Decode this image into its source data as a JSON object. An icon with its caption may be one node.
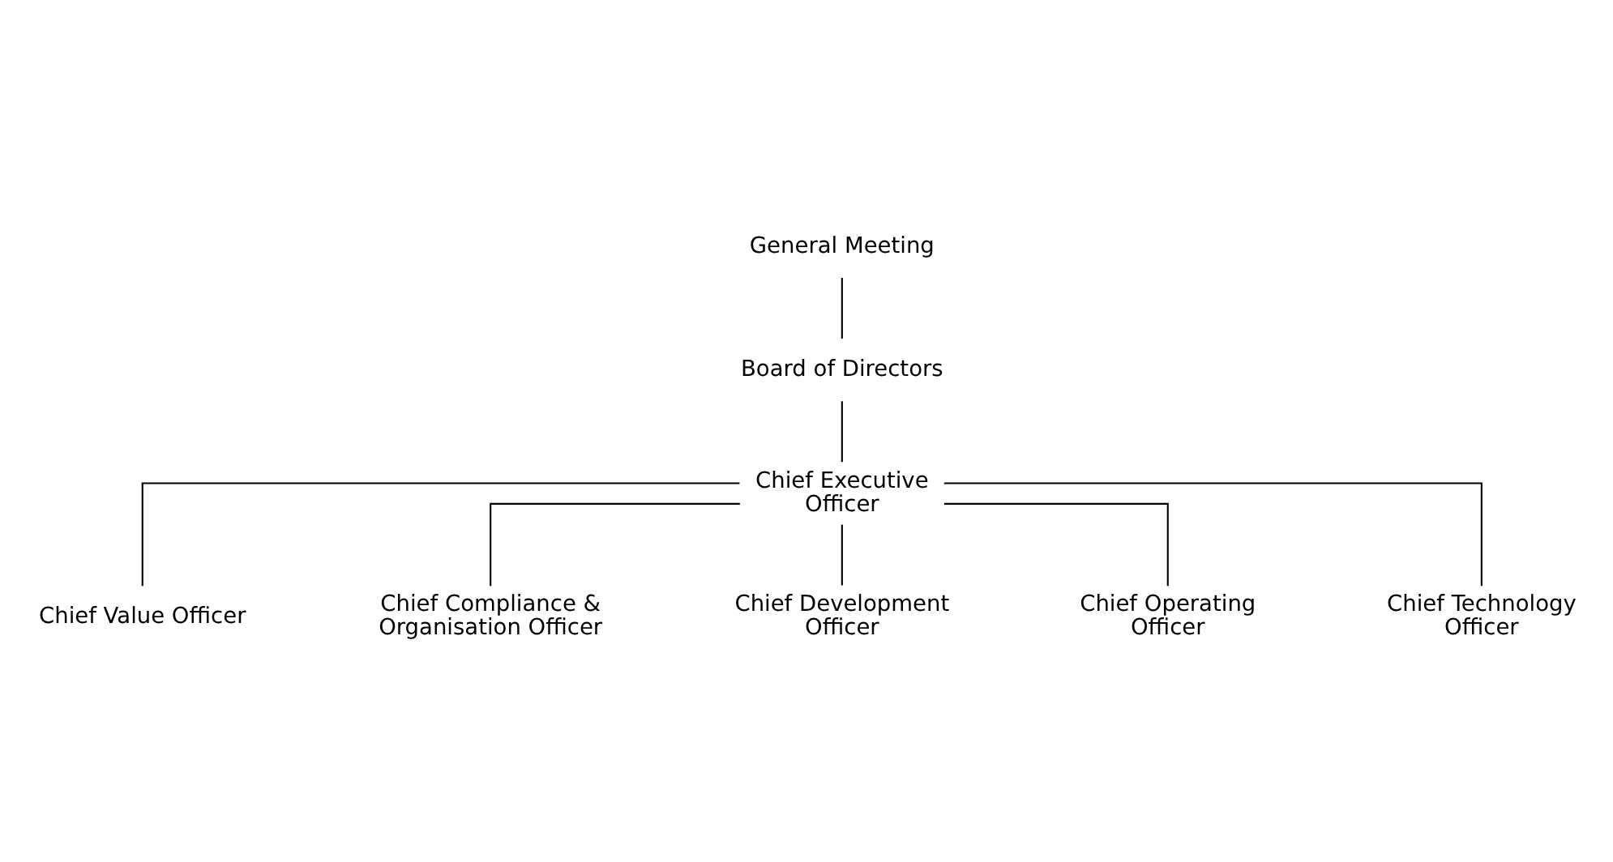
{
  "diagram": {
    "nodes": [
      {
        "text": [
          "General Meeting"
        ]
      },
      {
        "text": [
          "Board of Directors"
        ]
      },
      {
        "text": [
          "Chief Executive Officer"
        ]
      },
      {
        "text": [
          "Chief Value Officer"
        ]
      },
      {
        "text": [
          "Chief Compliance & Organisation Officer"
        ]
      },
      {
        "text": [
          "Chief Development Officer"
        ]
      },
      {
        "text": [
          "Chief Operating Officer"
        ]
      },
      {
        "text": [
          "Chief Technology Officer"
        ]
      }
    ],
    "edges": [
      {
        "from": 0,
        "to": 1,
        "arrow": "none"
      },
      {
        "from": 1,
        "to": 2,
        "arrow": "none"
      },
      {
        "from": 2,
        "to": 3,
        "arrow": "none"
      },
      {
        "from": 2,
        "to": 4,
        "arrow": "none"
      },
      {
        "from": 2,
        "to": 5,
        "arrow": "none"
      },
      {
        "from": 2,
        "to": 6,
        "arrow": "none"
      },
      {
        "from": 2,
        "to": 7,
        "arrow": "none"
      }
    ]
  }
}
